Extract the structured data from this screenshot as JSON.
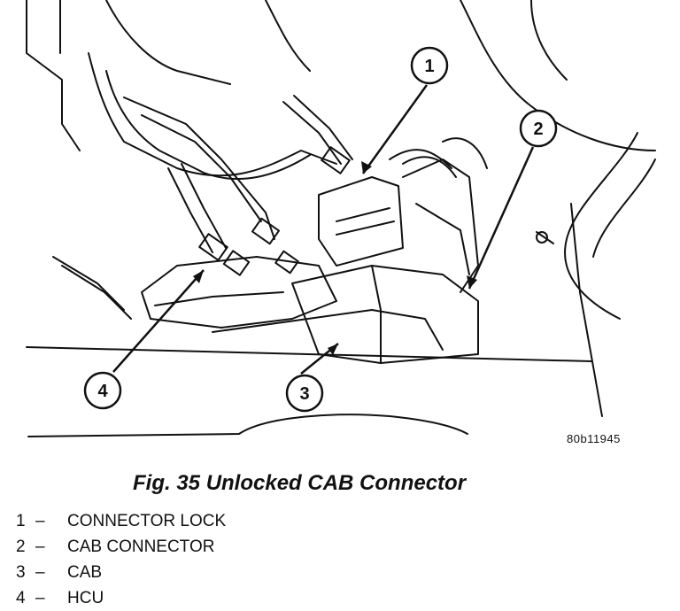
{
  "figure": {
    "code": "80b11945",
    "caption": "Fig. 35 Unlocked CAB Connector",
    "callouts": [
      {
        "number": "1",
        "label": "CONNECTOR LOCK"
      },
      {
        "number": "2",
        "label": "CAB CONNECTOR"
      },
      {
        "number": "3",
        "label": "CAB"
      },
      {
        "number": "4",
        "label": "HCU"
      }
    ],
    "separator": "–"
  }
}
